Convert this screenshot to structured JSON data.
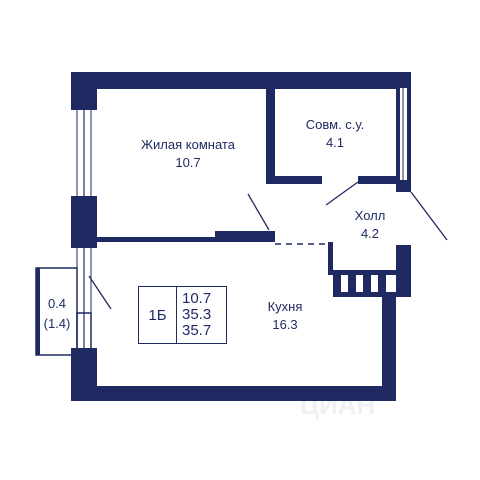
{
  "colors": {
    "wall": "#1f2a63",
    "background": "#ffffff"
  },
  "rooms": {
    "living": {
      "name": "Жилая комната",
      "area": "10.7"
    },
    "bathroom": {
      "name": "Совм. с.у.",
      "area": "4.1"
    },
    "hall": {
      "name": "Холл",
      "area": "4.2"
    },
    "kitchen": {
      "name": "Кухня",
      "area": "16.3"
    },
    "balcony": {
      "area": "0.4",
      "area_with_coef": "(1.4)"
    }
  },
  "summary": {
    "type": "1Б",
    "living_area": "10.7",
    "total_area": "35.3",
    "total_with_balcony": "35.7"
  }
}
